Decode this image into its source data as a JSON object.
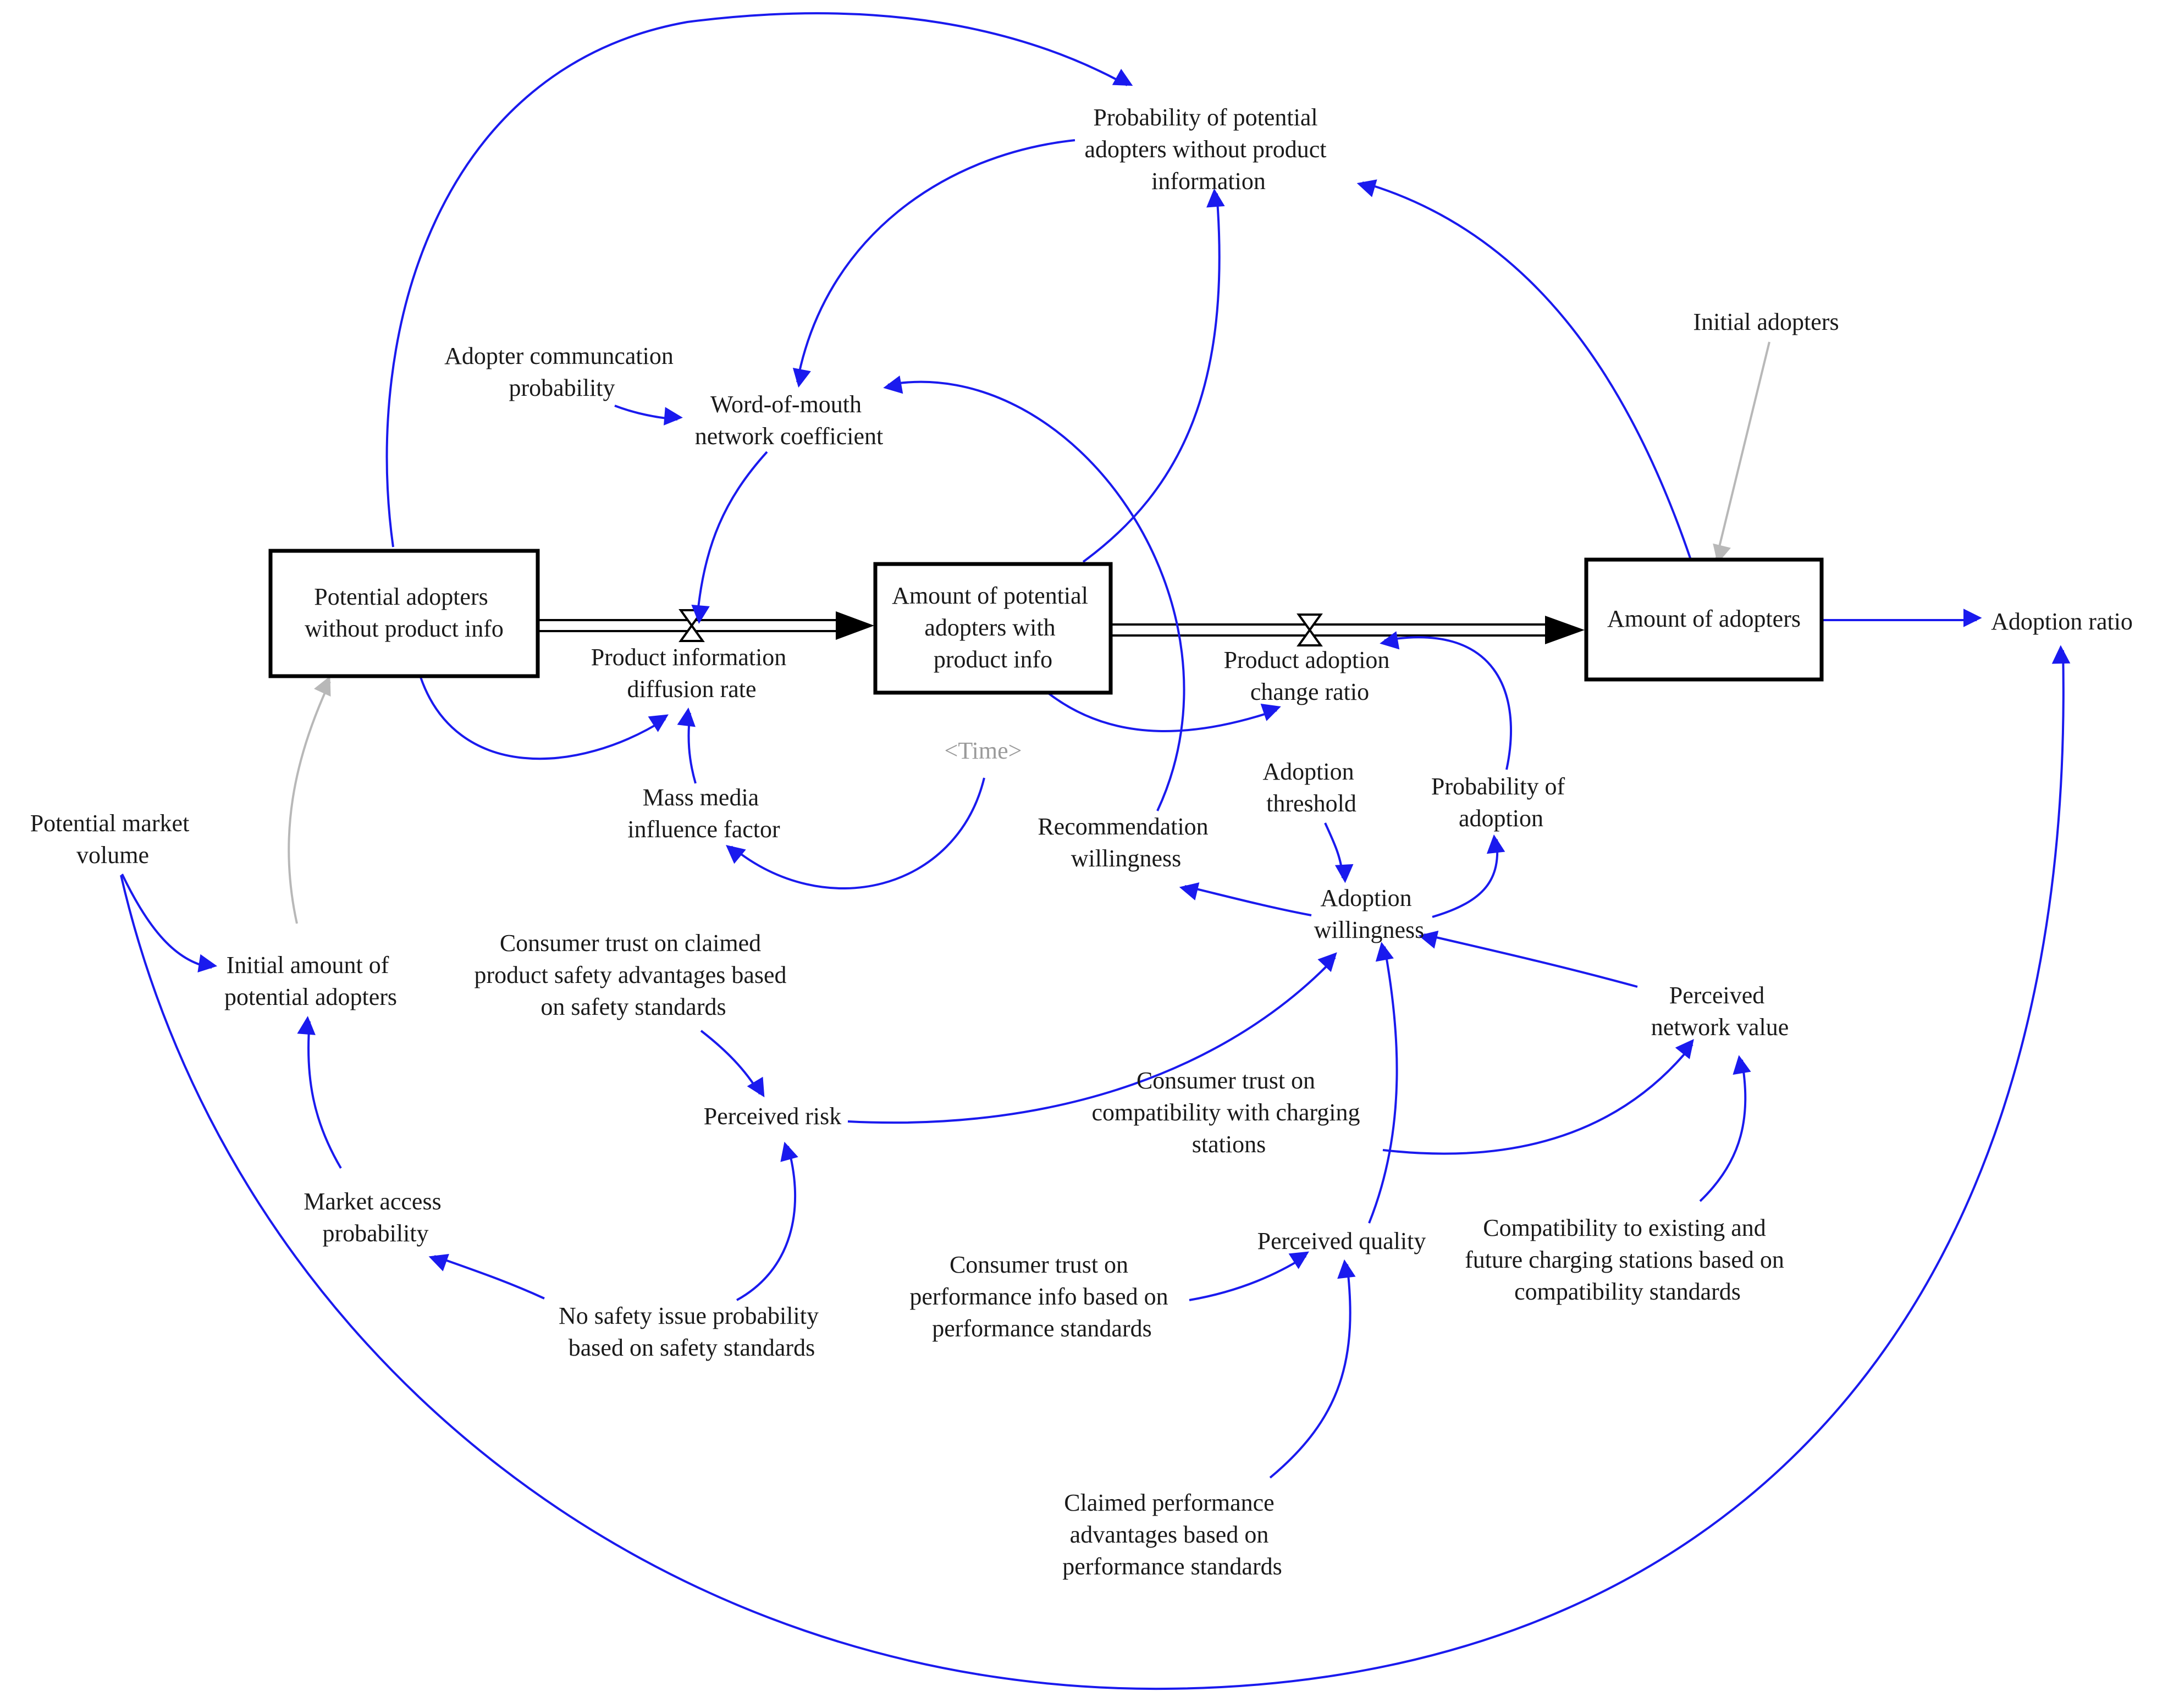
{
  "colors": {
    "causal_link": "#1a1aee",
    "info_link": "#b8b8b8",
    "stock_border": "#000000",
    "shadow_variable": "#9a9a9a"
  },
  "stocks": {
    "potential_adopters": [
      "Potential adopters",
      "without product info"
    ],
    "potential_adopters_with_info": [
      "Amount of potential",
      "adopters with",
      "product info"
    ],
    "adopters": [
      "Amount of adopters"
    ]
  },
  "flows": {
    "diffusion_rate": [
      "Product information",
      "diffusion rate"
    ],
    "adoption_change_ratio": [
      "Product adoption",
      "change ratio"
    ]
  },
  "variables": {
    "prob_without_info": [
      "Probability of potential",
      "adopters without product",
      "information"
    ],
    "adopter_comm_prob": [
      "Adopter communcation",
      "probability"
    ],
    "wom_coefficient": [
      "Word-of-mouth",
      "network coefficient"
    ],
    "initial_adopters": [
      "Initial adopters"
    ],
    "adoption_ratio": [
      "Adoption ratio"
    ],
    "time_shadow": [
      "<Time>"
    ],
    "mass_media": [
      "Mass media",
      "influence factor"
    ],
    "potential_market_volume": [
      "Potential market",
      "volume"
    ],
    "initial_potential_adopters": [
      "Initial amount of",
      "potential adopters"
    ],
    "adoption_threshold": [
      "Adoption",
      "threshold"
    ],
    "probability_of_adoption": [
      "Probability of",
      "adoption"
    ],
    "recommendation_willingness": [
      "Recommendation",
      "willingness"
    ],
    "adoption_willingness": [
      "Adoption",
      "willingness"
    ],
    "trust_safety_claims": [
      "Consumer trust on claimed",
      "product safety advantages based",
      "on safety standards"
    ],
    "perceived_risk": [
      "Perceived risk"
    ],
    "perceived_network_value": [
      "Perceived",
      "network value"
    ],
    "trust_compatibility": [
      "Consumer trust on",
      "compatibility with charging",
      "stations"
    ],
    "market_access_probability": [
      "Market access",
      "probability"
    ],
    "perceived_quality": [
      "Perceived quality"
    ],
    "compatibility_standards": [
      "Compatibility to existing and",
      "future charging stations based on",
      "compatibility standards"
    ],
    "trust_performance": [
      "Consumer trust on",
      "performance info based on",
      "performance standards"
    ],
    "no_safety_issue": [
      "No safety issue probability",
      "based on safety standards"
    ],
    "claimed_performance": [
      "Claimed performance",
      "advantages based on",
      "performance standards"
    ]
  }
}
